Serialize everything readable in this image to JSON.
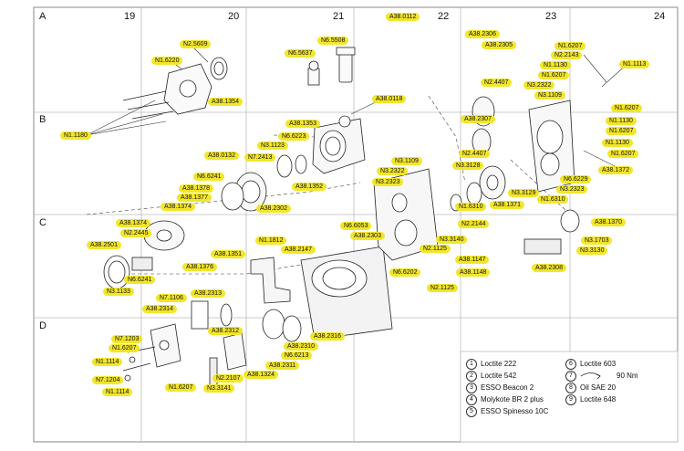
{
  "grid": {
    "columns": [
      "19",
      "20",
      "21",
      "22",
      "23",
      "24"
    ],
    "rows": [
      "A",
      "B",
      "C",
      "D"
    ]
  },
  "part_labels": [
    {
      "text": "A38.0112"
    },
    {
      "text": "N2.5609"
    },
    {
      "text": "N6.5508"
    },
    {
      "text": "N6.5637"
    },
    {
      "text": "N1.6220"
    },
    {
      "text": "A38.1354"
    },
    {
      "text": "A38.0118"
    },
    {
      "text": "N1.1180"
    },
    {
      "text": "A38.1353"
    },
    {
      "text": "N6.6223"
    },
    {
      "text": "N3.1123"
    },
    {
      "text": "A38.0132"
    },
    {
      "text": "N7.2413"
    },
    {
      "text": "A38.1352"
    },
    {
      "text": "N6.6241"
    },
    {
      "text": "A38.1378"
    },
    {
      "text": "A38.1377"
    },
    {
      "text": "A38.1374"
    },
    {
      "text": "A38.2302"
    },
    {
      "text": "A38.1374"
    },
    {
      "text": "N2.2445"
    },
    {
      "text": "A38.2501"
    },
    {
      "text": "A38.1351"
    },
    {
      "text": "A38.1376"
    },
    {
      "text": "N6.6241"
    },
    {
      "text": "N3.1133"
    },
    {
      "text": "A38.2306"
    },
    {
      "text": "A38.2305"
    },
    {
      "text": "N2.4407"
    },
    {
      "text": "A38.2307"
    },
    {
      "text": "N2.4407"
    },
    {
      "text": "N3.3128"
    },
    {
      "text": "N3.1109"
    },
    {
      "text": "N3.2322"
    },
    {
      "text": "N3.2323"
    },
    {
      "text": "N1.6207"
    },
    {
      "text": "N2.2143"
    },
    {
      "text": "N1.1130"
    },
    {
      "text": "N1.6207"
    },
    {
      "text": "N3.2322"
    },
    {
      "text": "N3.1109"
    },
    {
      "text": "N1.1113"
    },
    {
      "text": "N1.6207"
    },
    {
      "text": "N1.1130"
    },
    {
      "text": "N1.6207"
    },
    {
      "text": "N1.1130"
    },
    {
      "text": "N1.6207"
    },
    {
      "text": "A38.1372"
    },
    {
      "text": "N6.6229"
    },
    {
      "text": "N3.2323"
    },
    {
      "text": "N3.3129"
    },
    {
      "text": "A38.1371"
    },
    {
      "text": "N1.6310"
    },
    {
      "text": "N1.6310"
    },
    {
      "text": "N6.6053"
    },
    {
      "text": "A38.2303"
    },
    {
      "text": "N2.2144"
    },
    {
      "text": "N3.3140"
    },
    {
      "text": "N2.1125"
    },
    {
      "text": "A38.1147"
    },
    {
      "text": "A38.1148"
    },
    {
      "text": "N2.1125"
    },
    {
      "text": "N6.6202"
    },
    {
      "text": "A38.1370"
    },
    {
      "text": "N3.1703"
    },
    {
      "text": "N3.3130"
    },
    {
      "text": "A38.2308"
    },
    {
      "text": "N1.1812"
    },
    {
      "text": "A38.2147"
    },
    {
      "text": "N7.1106"
    },
    {
      "text": "A38.2313"
    },
    {
      "text": "A38.2314"
    },
    {
      "text": "A38.2312"
    },
    {
      "text": "A38.2316"
    },
    {
      "text": "A38.2310"
    },
    {
      "text": "N6.6213"
    },
    {
      "text": "A38.2311"
    },
    {
      "text": "A38.1324"
    },
    {
      "text": "N2.2107"
    },
    {
      "text": "N3.3141"
    },
    {
      "text": "N7.1203"
    },
    {
      "text": "N1.6207"
    },
    {
      "text": "N1.1114"
    },
    {
      "text": "N7.1204"
    },
    {
      "text": "N1.1114"
    },
    {
      "text": "N1.6207"
    }
  ],
  "legend": {
    "left": [
      {
        "num": "1",
        "text": "Loctite 222"
      },
      {
        "num": "2",
        "text": "Loctite 542"
      },
      {
        "num": "3",
        "text": "ESSO Beacon 2"
      },
      {
        "num": "4",
        "text": "Molykote BR 2 plus"
      },
      {
        "num": "5",
        "text": "ESSO Spinesso 10C"
      }
    ],
    "right": [
      {
        "num": "6",
        "text": "Loctite 603"
      },
      {
        "num": "7",
        "text": "90 Nm"
      },
      {
        "num": "8",
        "text": "Oil SAE 20"
      },
      {
        "num": "9",
        "text": "Loctite 648"
      }
    ]
  },
  "colors": {
    "highlight": "#f2e62a",
    "line": "#222222",
    "grid": "#888888"
  }
}
